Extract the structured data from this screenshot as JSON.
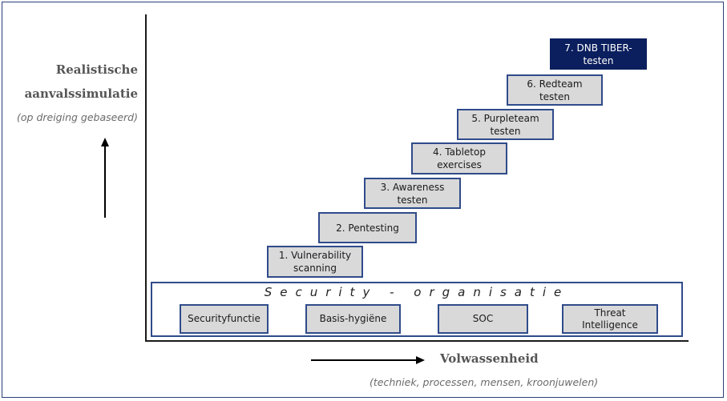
{
  "y_axis": {
    "title_line1": "Realistische",
    "title_line2": "aanvalssimulatie",
    "subtitle": "(op dreiging gebaseerd)"
  },
  "x_axis": {
    "title": "Volwassenheid",
    "subtitle": "(techniek, processen, mensen, kroonjuwelen)"
  },
  "steps": [
    {
      "label": "1. Vulnerability\nscanning",
      "highlight": false
    },
    {
      "label": "2. Pentesting",
      "highlight": false
    },
    {
      "label": "3. Awareness\ntesten",
      "highlight": false
    },
    {
      "label": "4. Tabletop\nexercises",
      "highlight": false
    },
    {
      "label": "5. Purpleteam\ntesten",
      "highlight": false
    },
    {
      "label": "6. Redteam\ntesten",
      "highlight": false
    },
    {
      "label": "7. DNB TIBER-\ntesten",
      "highlight": true
    }
  ],
  "organisation": {
    "title": "Security - organisatie",
    "items": [
      "Securityfunctie",
      "Basis-hygiëne",
      "SOC",
      "Threat\nIntelligence"
    ]
  },
  "colors": {
    "border": "#2f4b8a",
    "box_fill": "#d9d9d9",
    "highlight_fill": "#0b1f5e"
  }
}
